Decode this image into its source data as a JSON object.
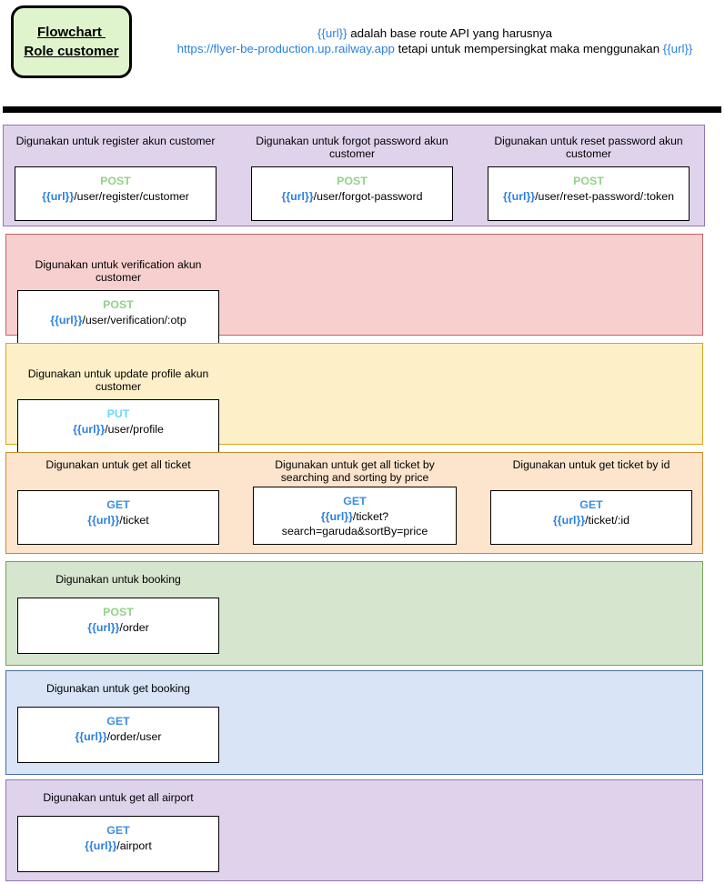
{
  "header": {
    "title_line1": "Flowchart ",
    "title_line2": "Role customer",
    "note_pre": "{{url}}",
    "note_mid": " adalah base route API yang harusnya ",
    "note_link": "https://flyer-be-production.up.railway.app",
    "note_post": " tetapi untuk mempersingkat maka menggunakan ",
    "note_end": "{{url}}"
  },
  "url_token": "{{url}}",
  "sections": [
    {
      "name": "auth-section",
      "bg": "#dfd3eb",
      "border": "#8f77b5",
      "cards": [
        {
          "label": "Digunakan untuk register akun customer",
          "method": "POST",
          "method_class": "m-post",
          "path": "/user/register/customer"
        },
        {
          "label": "Digunakan untuk forgot password akun customer",
          "method": "POST",
          "method_class": "m-post",
          "path": "/user/forgot-password"
        },
        {
          "label": "Digunakan untuk reset password akun customer",
          "method": "POST",
          "method_class": "m-post",
          "path": "/user/reset-password/:token"
        }
      ]
    },
    {
      "name": "verification-section",
      "bg": "#f8cfcf",
      "border": "#c06565",
      "cards": [
        {
          "label": "Digunakan untuk verification akun customer",
          "method": "POST",
          "method_class": "m-post",
          "path": "/user/verification/:otp"
        }
      ]
    },
    {
      "name": "profile-section",
      "bg": "#fdefc7",
      "border": "#d6a81f",
      "cards": [
        {
          "label": "Digunakan untuk update profile akun customer",
          "method": "PUT",
          "method_class": "m-put",
          "path": "/user/profile"
        }
      ]
    },
    {
      "name": "ticket-section",
      "bg": "#fce4cd",
      "border": "#c98b2a",
      "cards": [
        {
          "label": "Digunakan untuk get all ticket",
          "method": "GET",
          "method_class": "m-get",
          "path": "/ticket"
        },
        {
          "label": "Digunakan untuk get all ticket by searching and sorting by price",
          "method": "GET",
          "method_class": "m-get",
          "path": "/ticket?\nsearch=garuda&sortBy=price"
        },
        {
          "label": "Digunakan untuk get ticket by id",
          "method": "GET",
          "method_class": "m-get",
          "path": "/ticket/:id"
        }
      ]
    },
    {
      "name": "booking-section",
      "bg": "#d6e5cd",
      "border": "#74a356",
      "cards": [
        {
          "label": "Digunakan untuk booking",
          "method": "POST",
          "method_class": "m-post",
          "path": "/order"
        }
      ]
    },
    {
      "name": "get-booking-section",
      "bg": "#d9e5f7",
      "border": "#4a6fa8",
      "cards": [
        {
          "label": "Digunakan untuk get booking",
          "method": "GET",
          "method_class": "m-get",
          "path": "/order/user"
        }
      ]
    },
    {
      "name": "airport-section",
      "bg": "#dfd3eb",
      "border": "#8f77b5",
      "cards": [
        {
          "label": "Digunakan untuk get all airport",
          "method": "GET",
          "method_class": "m-get",
          "path": "/airport"
        }
      ]
    }
  ]
}
